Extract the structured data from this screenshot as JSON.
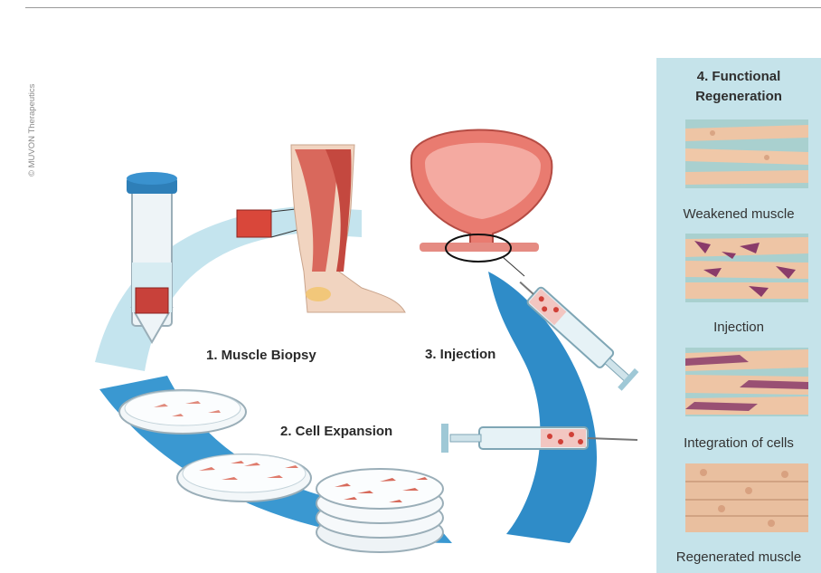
{
  "copyright": "© MUVON Therapeutics",
  "steps": {
    "biopsy": "1. Muscle Biopsy",
    "expansion": "2. Cell Expansion",
    "injection": "3. Injection"
  },
  "panel": {
    "title_line1": "4. Functional",
    "title_line2": "Regeneration",
    "stages": [
      {
        "label": "Weakened muscle"
      },
      {
        "label": "Injection"
      },
      {
        "label": "Integration of cells"
      },
      {
        "label": "Regenerated muscle"
      }
    ]
  },
  "colors": {
    "arc_blue": "#bfe0ea",
    "arc_deep": "#2f8cc8",
    "muscle": "#e8bc9f",
    "cell_purple": "#8a3b6a",
    "cap": "#2e7fb8",
    "panel_bg": "#c5e3ea"
  }
}
